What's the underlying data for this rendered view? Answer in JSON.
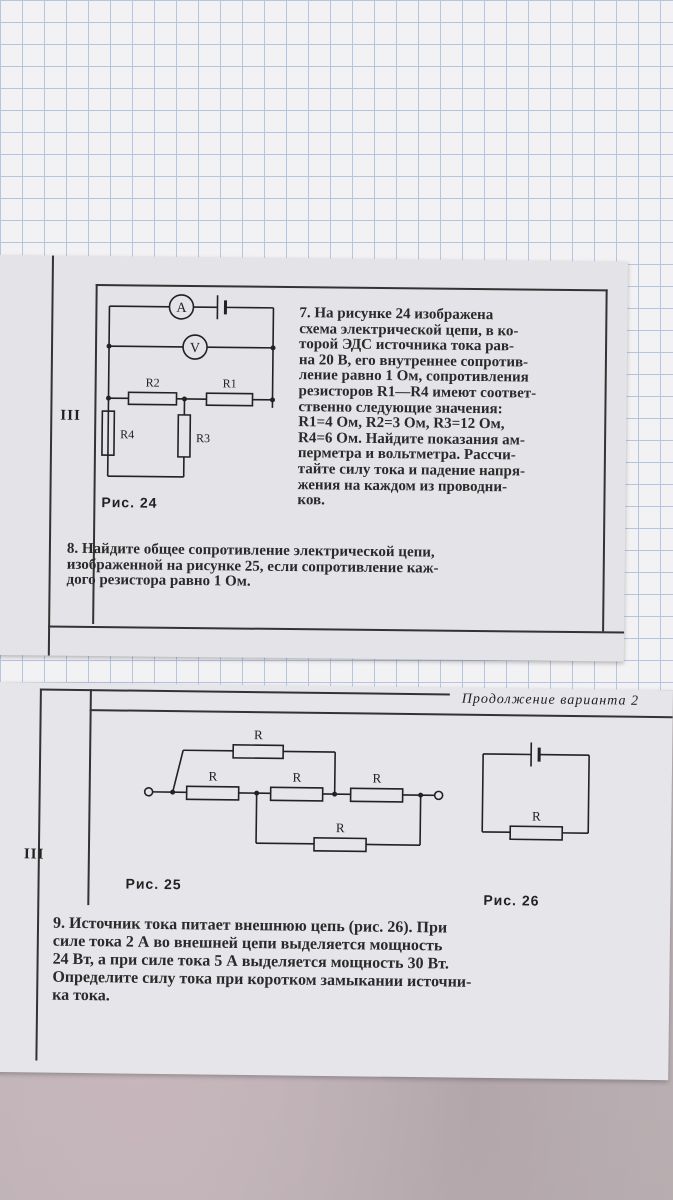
{
  "clip1": {
    "section": "III",
    "fig24_caption": "Рис. 24",
    "fig24_labels": {
      "ammeter": "A",
      "voltmeter": "V",
      "r1": "R1",
      "r2": "R2",
      "r3": "R3",
      "r4": "R4"
    },
    "problem7": [
      "7. На рисунке 24 изображена",
      "схема электрической цепи, в ко-",
      "торой ЭДС источника тока рав-",
      "на 20 В, его внутреннее сопротив-",
      "ление равно 1 Ом, сопротивления",
      "резисторов R1—R4 имеют соответ-",
      "ственно следующие значения:",
      "R1=4 Ом, R2=3 Ом, R3=12 Ом,",
      "R4=6 Ом. Найдите показания ам-",
      "перметра и вольтметра. Рассчи-",
      "тайте силу тока и падение напря-",
      "жения на каждом из проводни-",
      "ков."
    ],
    "problem8": [
      "8. Найдите общее сопротивление электрической цепи,",
      "изображенной на рисунке 25, если сопротивление каж-",
      "дого резистора равно 1 Ом."
    ]
  },
  "clip2": {
    "header": "Продолжение варианта 2",
    "section": "III",
    "resistor_label": "R",
    "fig25_caption": "Рис. 25",
    "fig26_caption": "Рис. 26",
    "problem9": [
      "9. Источник тока питает внешнюю цепь (рис. 26). При",
      "силе тока 2 А во внешней цепи выделяется мощность",
      "24 Вт, а при силе тока 5 А выделяется мощность 30 Вт.",
      "Определите силу тока при коротком замыкании источни-",
      "ка тока."
    ]
  }
}
